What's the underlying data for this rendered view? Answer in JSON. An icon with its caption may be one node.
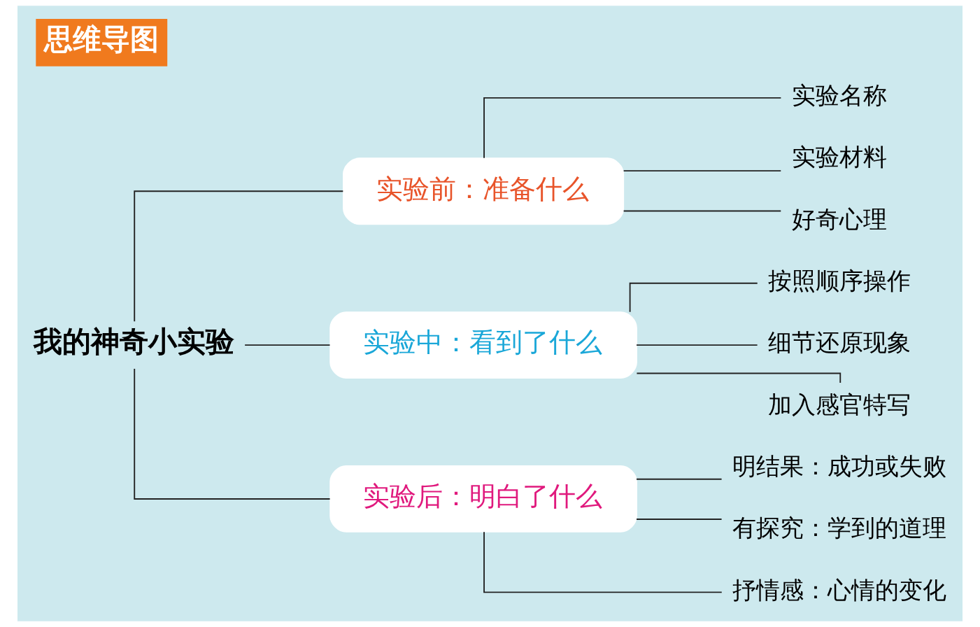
{
  "diagram": {
    "title": "思维导图",
    "nodes": [
      {
        "text": [
          "我的神奇小实验"
        ]
      },
      {
        "text": [
          "实验前：准备什么"
        ]
      },
      {
        "text": [
          "实验名称"
        ]
      },
      {
        "text": [
          "实验材料"
        ]
      },
      {
        "text": [
          "好奇心理"
        ]
      },
      {
        "text": [
          "实验中：看到了什么"
        ]
      },
      {
        "text": [
          "按照顺序操作"
        ]
      },
      {
        "text": [
          "细节还原现象"
        ]
      },
      {
        "text": [
          "加入感官特写"
        ]
      },
      {
        "text": [
          "实验后：明白了什么"
        ]
      },
      {
        "text": [
          "明结果：成功或失败"
        ]
      },
      {
        "text": [
          "有探究：学到的道理"
        ]
      },
      {
        "text": [
          "抒情感：心情的变化"
        ]
      }
    ],
    "edges": [
      {
        "from": 0,
        "to": 1,
        "arrow": "none"
      },
      {
        "from": 0,
        "to": 5,
        "arrow": "none"
      },
      {
        "from": 0,
        "to": 9,
        "arrow": "none"
      },
      {
        "from": 1,
        "to": 2,
        "arrow": "none"
      },
      {
        "from": 1,
        "to": 3,
        "arrow": "none"
      },
      {
        "from": 1,
        "to": 4,
        "arrow": "none"
      },
      {
        "from": 5,
        "to": 6,
        "arrow": "none"
      },
      {
        "from": 5,
        "to": 7,
        "arrow": "none"
      },
      {
        "from": 5,
        "to": 8,
        "arrow": "none"
      },
      {
        "from": 9,
        "to": 10,
        "arrow": "none"
      },
      {
        "from": 9,
        "to": 11,
        "arrow": "none"
      },
      {
        "from": 9,
        "to": 12,
        "arrow": "none"
      }
    ]
  }
}
